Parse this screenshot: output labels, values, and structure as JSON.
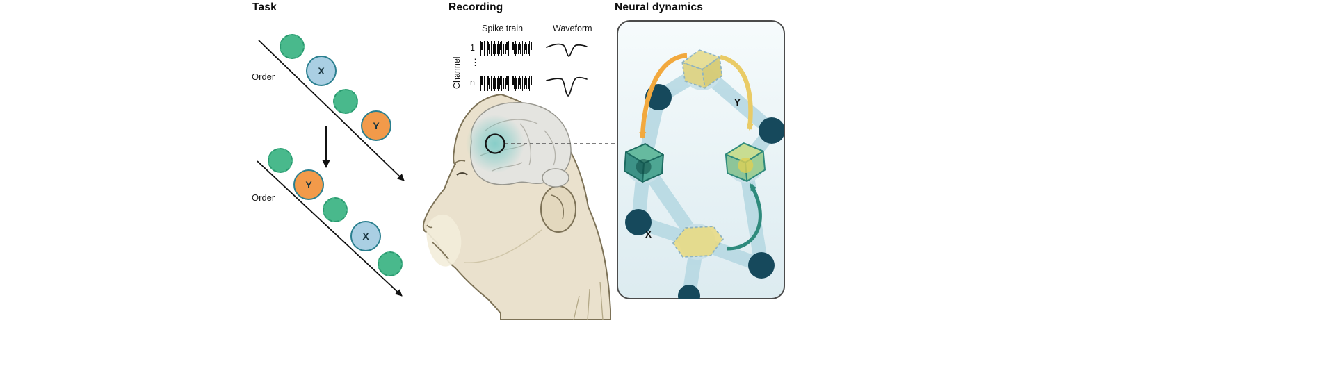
{
  "figure": {
    "task": {
      "title": "Task",
      "order_label": "Order",
      "x_label": "X",
      "y_label": "Y"
    },
    "recording": {
      "title": "Recording",
      "spike_train_label": "Spike train",
      "waveform_label": "Waveform",
      "channel_label": "Channel",
      "channel_first": "1",
      "channel_ellipsis": "⋮",
      "channel_last": "n"
    },
    "neural": {
      "title": "Neural dynamics",
      "y_label": "Y",
      "x_label": "X"
    },
    "colors": {
      "green_circle": "#49b98c",
      "blue_circle": "#aacfe3",
      "orange_circle": "#f29a4a",
      "circle_border": "#2a7f8f",
      "orange_arrow": "#f2a93e",
      "tan_arrow": "#e9cb66",
      "teal_arrow": "#2e8a7c",
      "dark_node": "#16495c",
      "network_link": "#b7d9e3",
      "cube_yellow": "#e9d97e",
      "brain_highlight": "#60c4be"
    }
  }
}
